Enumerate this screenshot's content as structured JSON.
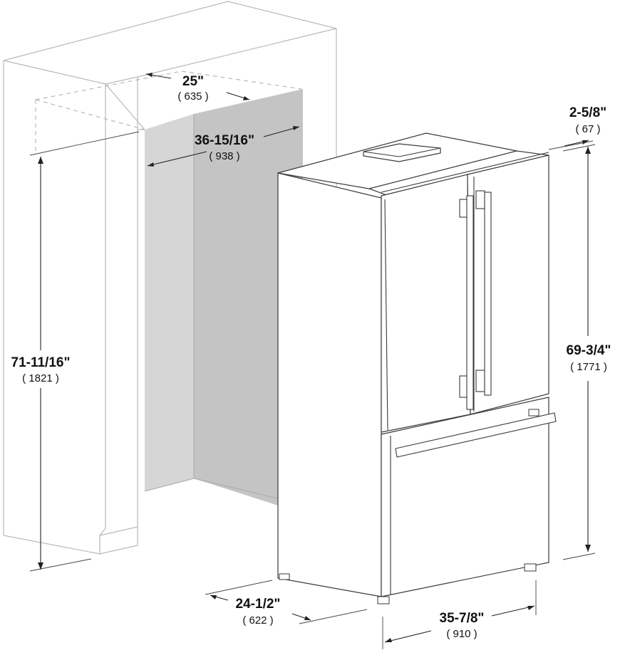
{
  "dimensions": {
    "cabinet_depth": {
      "inch": "25\"",
      "mm": "( 635 )"
    },
    "opening_width": {
      "inch": "36-15/16\"",
      "mm": "( 938 )"
    },
    "opening_height": {
      "inch": "71-11/16\"",
      "mm": "( 1821 )"
    },
    "top_clearance": {
      "inch": "2-5/8\"",
      "mm": "( 67 )"
    },
    "fridge_height": {
      "inch": "69-3/4\"",
      "mm": "( 1771 )"
    },
    "fridge_depth": {
      "inch": "24-1/2\"",
      "mm": "( 622 )"
    },
    "fridge_width": {
      "inch": "35-7/8\"",
      "mm": "( 910 )"
    }
  },
  "colors": {
    "cabinet_outline": "#b9b9b9",
    "back_wall": "#c4c4c4",
    "side_wall": "#d6d6d6",
    "fridge_outline": "#3a3a3a",
    "dimension_text": "#111111"
  }
}
